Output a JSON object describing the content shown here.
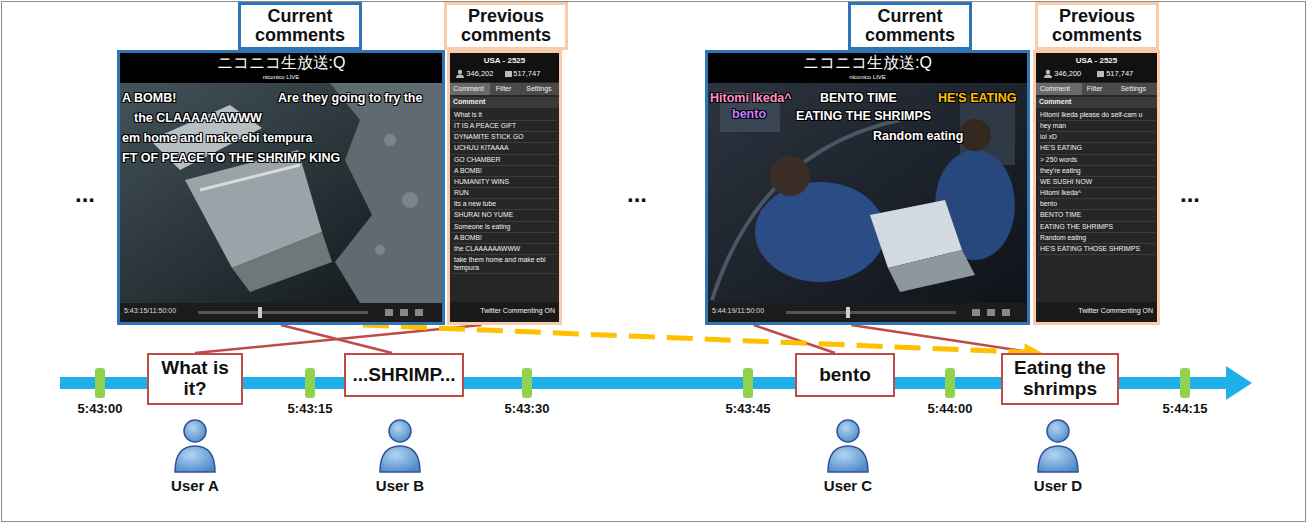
{
  "diagram": {
    "nodes": [
      {
        "text": [
          "Current comments"
        ]
      },
      {
        "text": [
          "Previous comments"
        ]
      },
      {
        "text": [
          "ニコニコ生放送:Q",
          "niconico LIVE",
          "A BOMB!",
          "Are they going to fry the",
          "the CLAAAAAAWWW",
          "em home and make ebi tempura",
          "FT OF PEACE TO THE SHRIMP KING",
          "5:43:15/11:50:00"
        ]
      },
      {
        "text": [
          "USA - 2525",
          "346,202",
          "517,747",
          "Comment",
          "Filter",
          "Settings",
          "Comment",
          "What is it",
          "IT IS A PEACE GIFT",
          "DYNAMITE STICK GO",
          "UCHUU KITAAAA",
          "GO CHAMBER",
          "A BOMB!",
          "HUMANITY WINS",
          "RUN",
          "its a new tube",
          "SHURAI NO YUME",
          "Someone is eating",
          "A BOMB!",
          "the CLAAAAAAWWW",
          "take them home and make ebi tempura",
          "Twitter Commenting ON"
        ]
      },
      {
        "text": [
          "Current comments"
        ]
      },
      {
        "text": [
          "Previous comments"
        ]
      },
      {
        "text": [
          "ニコニコ生放送:Q",
          "niconico LIVE",
          "Hitomi Ikeda^",
          "bento",
          "BENTO TIME",
          "HE'S EATING",
          "EATING THE SHRIMPS",
          "Random eating",
          "5:44:19/11:50:00"
        ]
      },
      {
        "text": [
          "USA - 2525",
          "346,200",
          "517,747",
          "Comment",
          "Filter",
          "Settings",
          "Comment",
          "Hitomi Ikeda please do self-cam u",
          "hey man",
          "lol xD",
          "HE'S EATING",
          "> 250 words",
          "they're eating",
          "WE SUSHI NOW",
          "Hitomi Ikeda^",
          "bento",
          "BENTO TIME",
          "EATING THE SHRIMPS",
          "Random eating",
          "HE'S EATING THOSE SHRIMPS",
          "Twitter Commenting ON"
        ]
      },
      {
        "text": [
          "What is it?"
        ]
      },
      {
        "text": [
          "...SHRIMP..."
        ]
      },
      {
        "text": [
          "bento"
        ]
      },
      {
        "text": [
          "Eating the shrimps"
        ]
      }
    ],
    "edges": [
      {
        "from": 8,
        "to": 3,
        "arrow": "none"
      },
      {
        "from": 9,
        "to": 2,
        "arrow": "none"
      },
      {
        "from": 10,
        "to": 6,
        "arrow": "none"
      },
      {
        "from": 11,
        "to": 6,
        "arrow": "none"
      },
      {
        "from": 2,
        "to": 11,
        "arrow": "to"
      }
    ],
    "labels": [
      "...",
      "...",
      "...",
      "5:43:00",
      "5:43:15",
      "5:43:30",
      "5:43:45",
      "5:44:00",
      "5:44:15",
      "User A",
      "User B",
      "User C",
      "User D"
    ]
  }
}
